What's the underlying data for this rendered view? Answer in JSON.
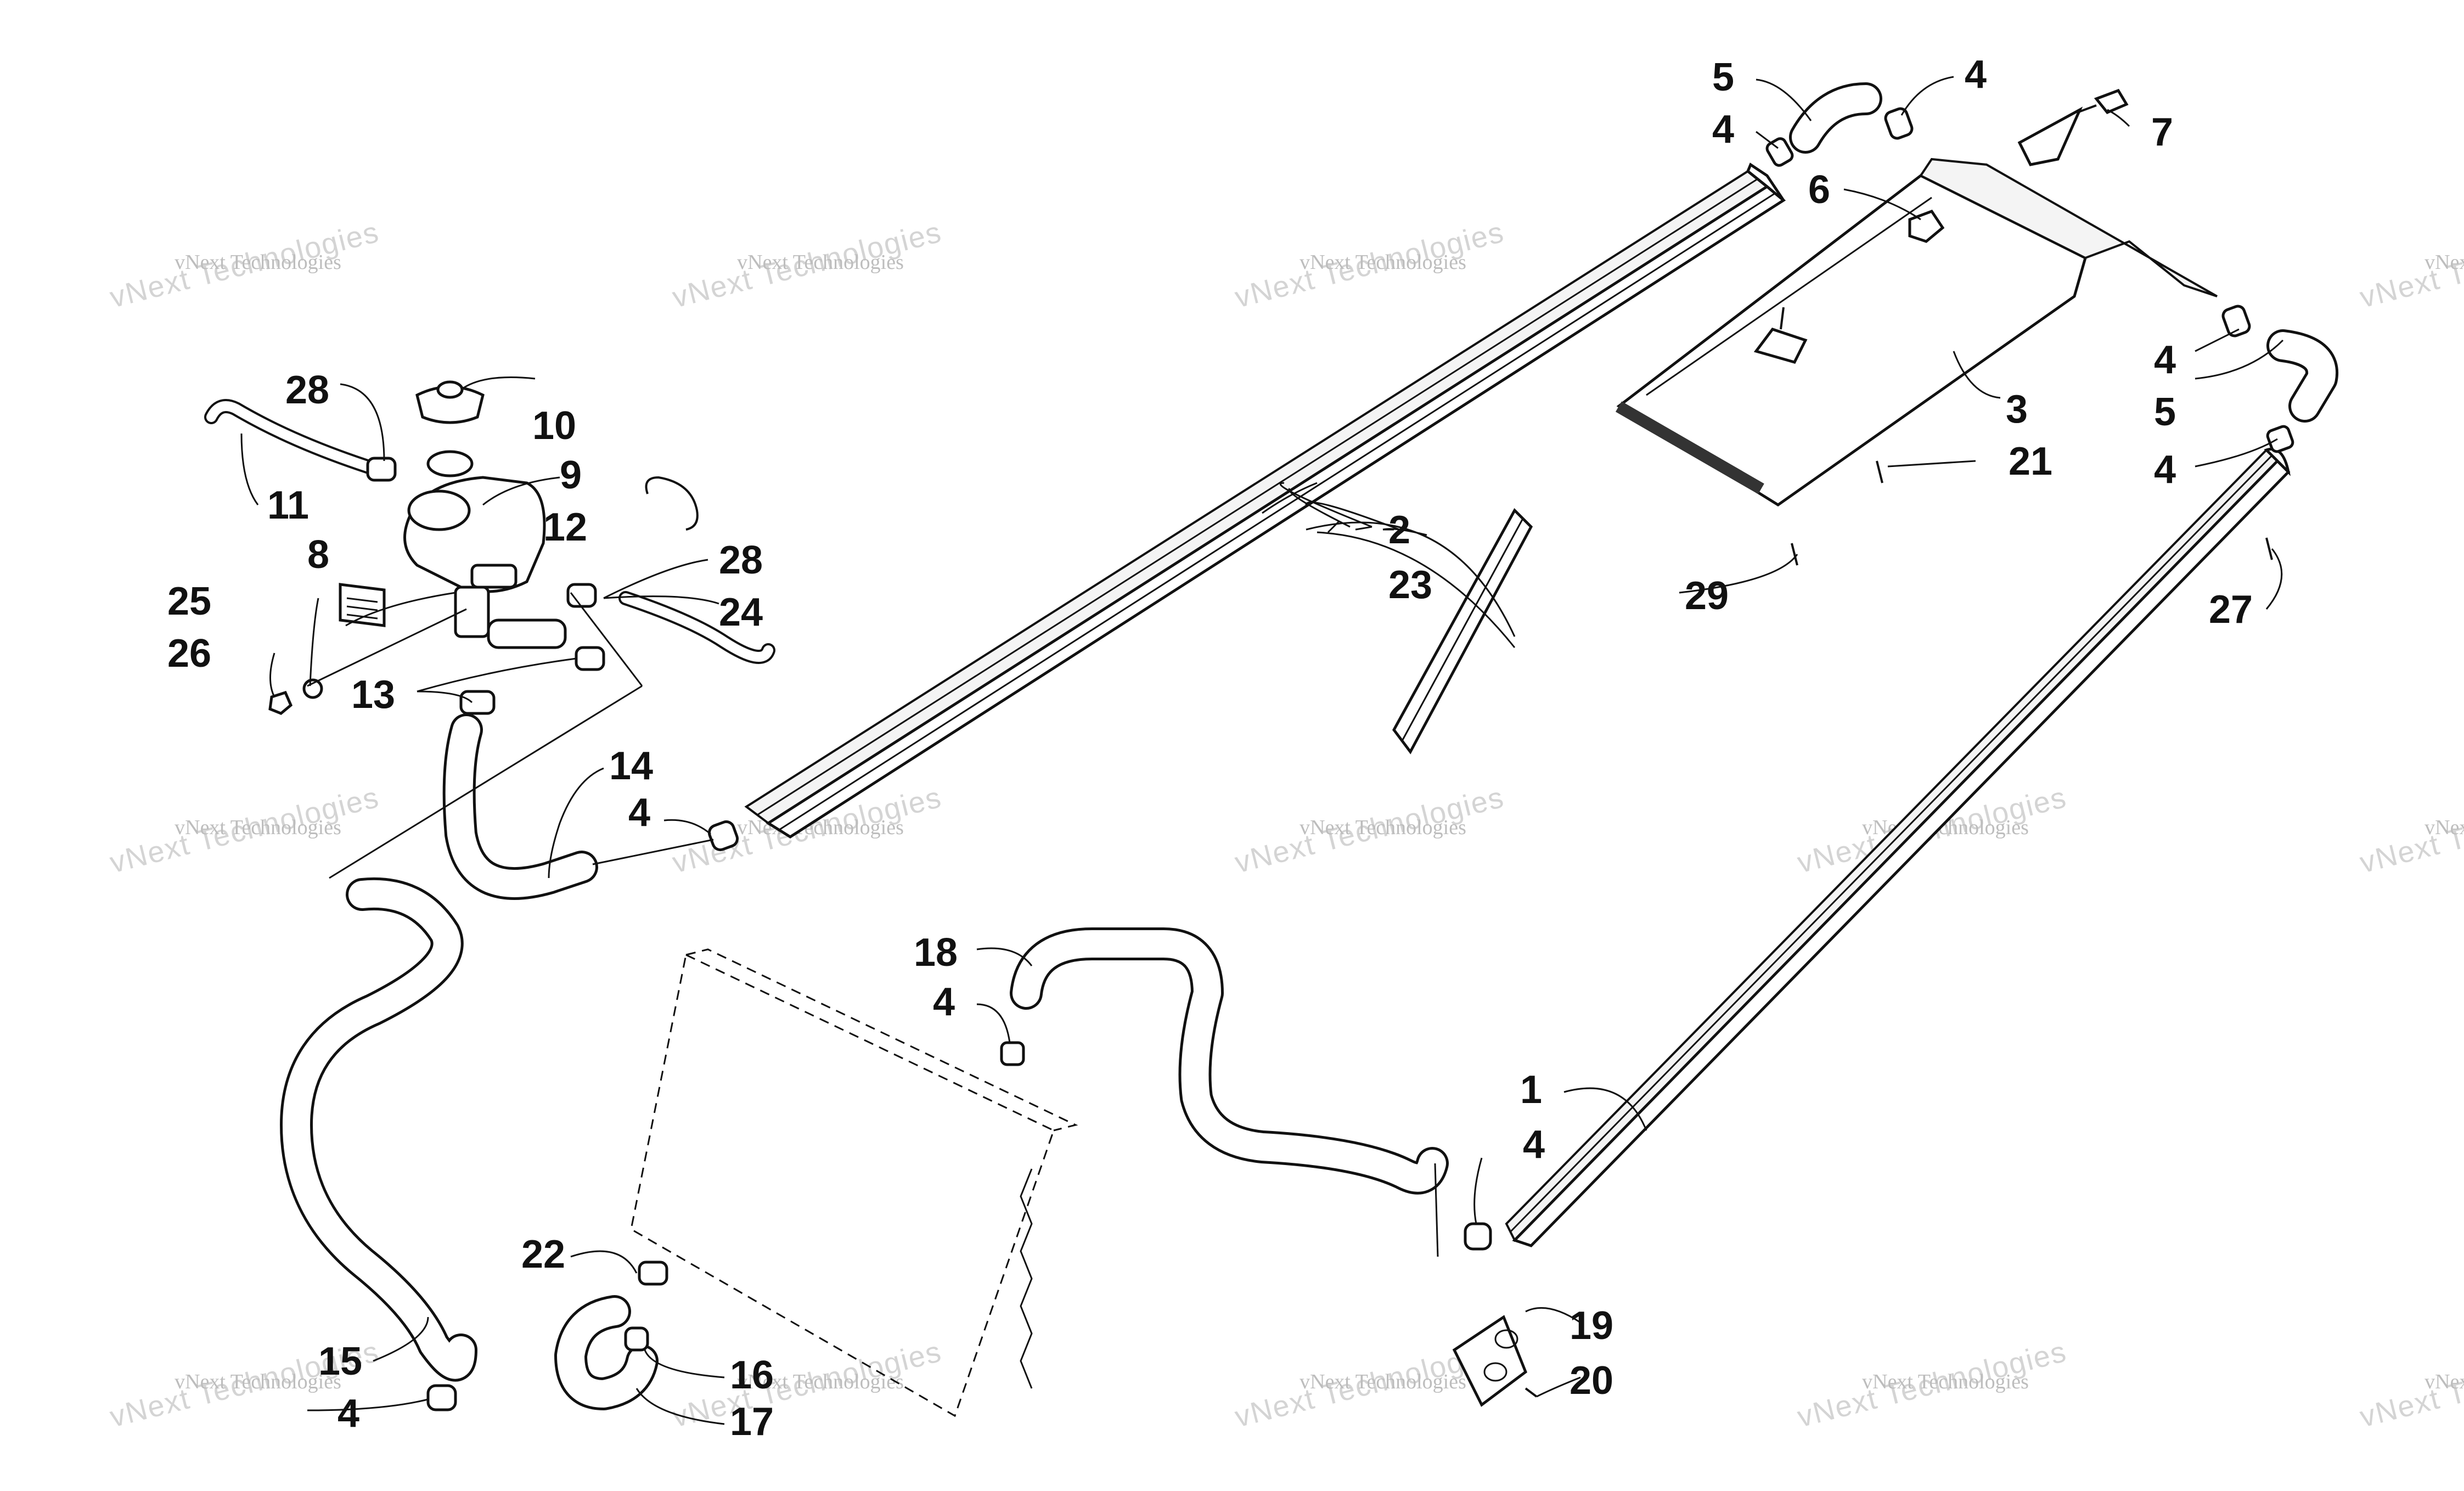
{
  "watermark": {
    "line1": "vNext Technologies",
    "line2": "vNext Technologies"
  },
  "callouts": [
    "1",
    "2",
    "3",
    "4",
    "5",
    "6",
    "7",
    "8",
    "9",
    "10",
    "11",
    "12",
    "13",
    "14",
    "15",
    "16",
    "17",
    "18",
    "19",
    "20",
    "21",
    "22",
    "23",
    "24",
    "25",
    "26",
    "27",
    "28",
    "29"
  ],
  "colors": {
    "ink": "#111111",
    "watermark": "#c8c8c8",
    "background": "#ffffff"
  }
}
